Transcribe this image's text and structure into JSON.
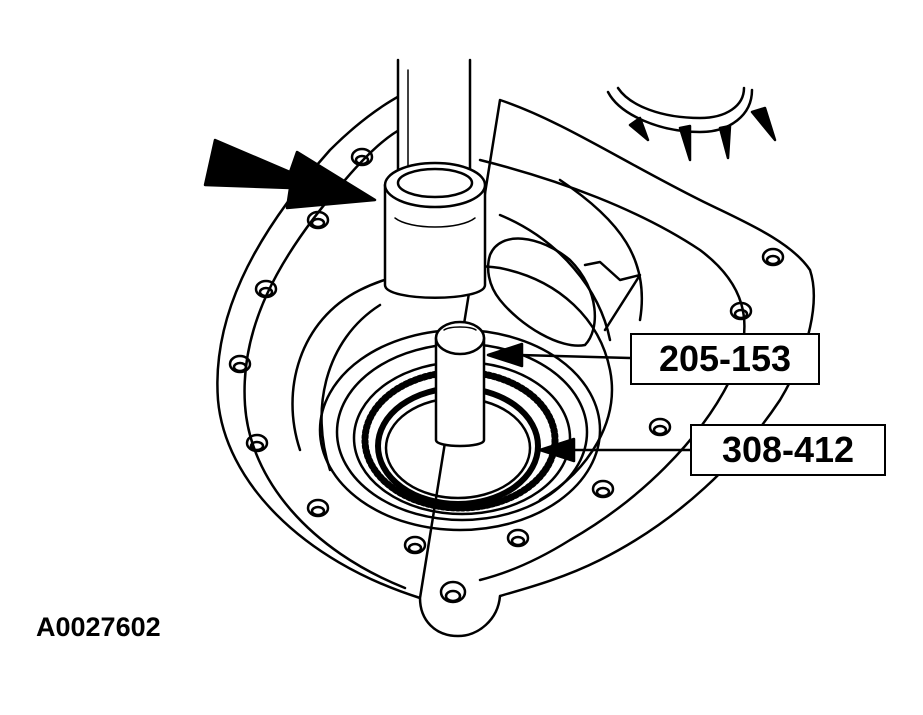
{
  "figure": {
    "id": "A0027602",
    "callouts": [
      {
        "label": "205-153"
      },
      {
        "label": "308-412"
      }
    ]
  }
}
